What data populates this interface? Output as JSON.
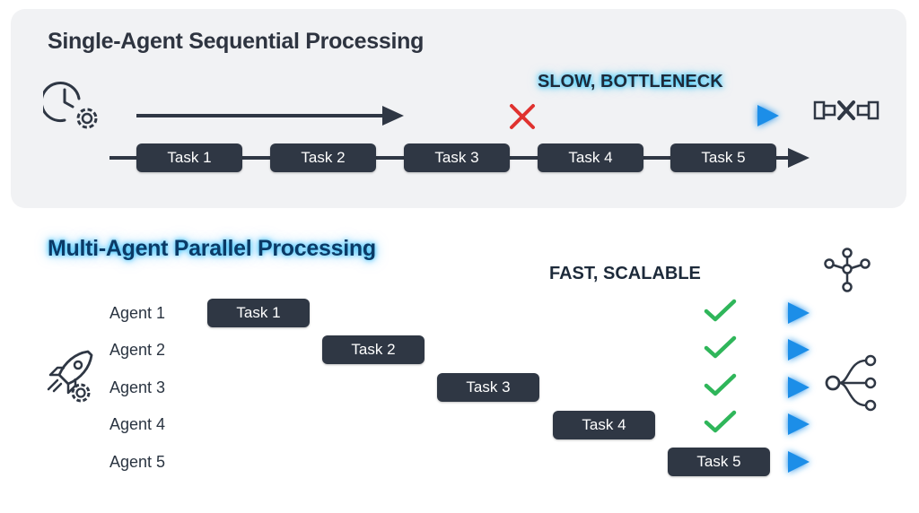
{
  "single": {
    "title": "Single-Agent Sequential Processing",
    "status": "SLOW, BOTTLENECK",
    "tasks": [
      "Task 1",
      "Task 2",
      "Task 3",
      "Task 4",
      "Task 5"
    ],
    "left_icon": "clock-gear-icon",
    "right_icon": "broken-pipe-icon",
    "marker_icon": "red-x-icon"
  },
  "multi": {
    "title": "Multi-Agent Parallel Processing",
    "status": "FAST, SCALABLE",
    "agents": [
      {
        "label": "Agent 1",
        "task": "Task 1",
        "done": true
      },
      {
        "label": "Agent 2",
        "task": "Task 2",
        "done": true
      },
      {
        "label": "Agent 3",
        "task": "Task 3",
        "done": true
      },
      {
        "label": "Agent 4",
        "task": "Task 4",
        "done": true
      },
      {
        "label": "Agent 5",
        "task": "Task 5",
        "done": false
      }
    ],
    "left_icon": "rocket-gear-icon",
    "right_icons": [
      "network-icon",
      "branch-icon"
    ]
  },
  "colors": {
    "dark": "#2f3744",
    "glow": "#19b8f2",
    "error": "#e0322f",
    "success": "#2fb65a"
  }
}
